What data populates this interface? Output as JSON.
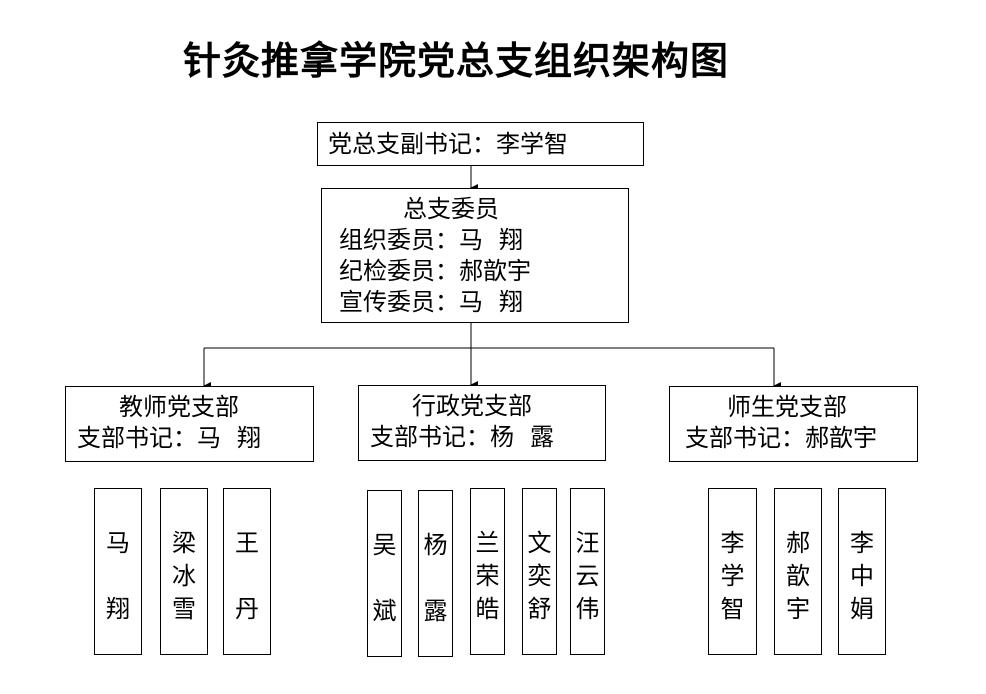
{
  "title": "针灸推拿学院党总支组织架构图",
  "deputy_secretary": {
    "role": "党总支副书记：",
    "name": "李学智"
  },
  "committee": {
    "heading": "总支委员",
    "members": [
      {
        "role": "组织委员：",
        "name_a": "马",
        "name_b": "翔"
      },
      {
        "role": "纪检委员：",
        "name": "郝歆宇"
      },
      {
        "role": "宣传委员：",
        "name_a": "马",
        "name_b": "翔"
      }
    ]
  },
  "branches": [
    {
      "name": "教师党支部",
      "secretary_role": "支部书记：",
      "secretary_a": "马",
      "secretary_b": "翔",
      "members": [
        "马\n\n翔",
        "梁\n冰\n雪",
        "王\n\n丹"
      ]
    },
    {
      "name": "行政党支部",
      "secretary_role": "支部书记：",
      "secretary_a": "杨",
      "secretary_b": "露",
      "members": [
        "吴\n\n斌",
        "杨\n\n露",
        "兰\n荣\n皓",
        "文\n奕\n舒",
        "汪\n云\n伟"
      ]
    },
    {
      "name": "师生党支部",
      "secretary_role": "支部书记：",
      "secretary": "郝歆宇",
      "members": [
        "李\n学\n智",
        "郝\n歆\n宇",
        "李\n中\n娟"
      ]
    }
  ]
}
